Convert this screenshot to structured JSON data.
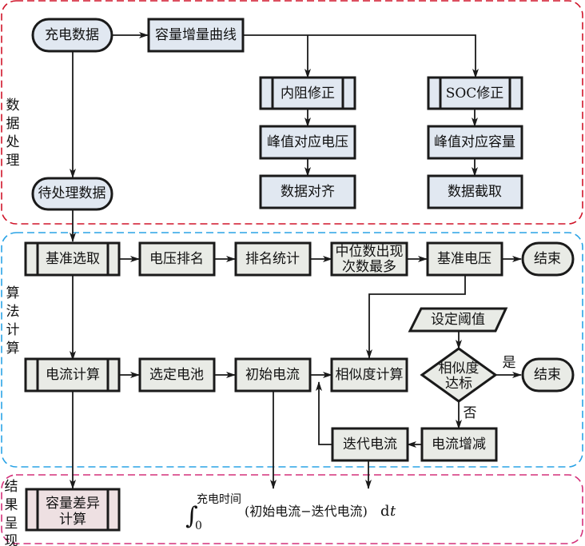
{
  "sections": {
    "data_processing": {
      "label": [
        "数",
        "据",
        "处",
        "理"
      ],
      "color": "#d0152a"
    },
    "algorithm": {
      "label": [
        "算",
        "法",
        "计",
        "算"
      ],
      "color": "#2aa3e6"
    },
    "result": {
      "label": [
        "结",
        "果",
        "呈",
        "现"
      ],
      "color": "#d4317a"
    }
  },
  "nodes": {
    "charge_data": "充电数据",
    "ic_curve": "容量增量曲线",
    "resistance_correction": "内阻修正",
    "soc_correction": "SOC修正",
    "peak_voltage": "峰值对应电压",
    "peak_capacity": "峰值对应容量",
    "data_align": "数据对齐",
    "data_clip": "数据截取",
    "pending_data": "待处理数据",
    "baseline_select": "基准选取",
    "voltage_rank": "电压排名",
    "rank_stats": "排名统计",
    "median_most_1": "中位数出现",
    "median_most_2": "次数最多",
    "baseline_voltage": "基准电压",
    "end_1": "结束",
    "set_threshold": "设定阈值",
    "current_calc": "电流计算",
    "select_battery": "选定电池",
    "initial_current": "初始电流",
    "similarity_calc": "相似度计算",
    "similarity_ok_1": "相似度",
    "similarity_ok_2": "达标",
    "end_2": "结束",
    "iter_current": "迭代电流",
    "current_adjust": "电流增减",
    "capacity_diff_1": "容量差异",
    "capacity_diff_2": "计算"
  },
  "edge_labels": {
    "yes": "是",
    "no": "否"
  },
  "formula": {
    "upper_limit": "充电时间",
    "lower_limit": "0",
    "integrand": "(初始电流−迭代电流)",
    "differential": "d",
    "variable": "t"
  }
}
